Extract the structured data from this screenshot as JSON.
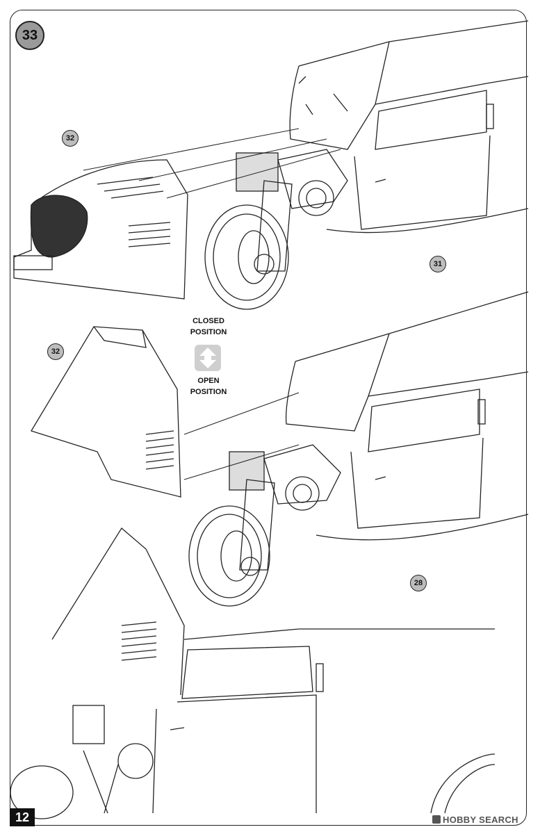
{
  "step": {
    "number": "33"
  },
  "callouts": [
    {
      "id": "32",
      "label": "32"
    },
    {
      "id": "31",
      "label": "31"
    },
    {
      "id": "32b",
      "label": "32"
    },
    {
      "id": "28",
      "label": "28"
    }
  ],
  "positions": {
    "closed": [
      "CLOSED",
      "POSITION"
    ],
    "open": [
      "OPEN",
      "POSITION"
    ]
  },
  "page": {
    "number": "12"
  },
  "watermark": {
    "text": "HOBBY SEARCH"
  }
}
